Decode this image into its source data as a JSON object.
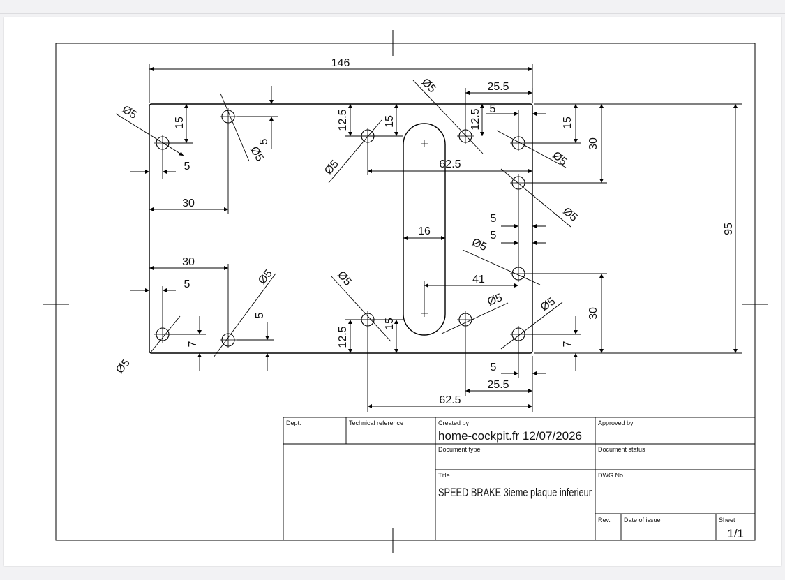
{
  "dimensions": {
    "overall_width": "146",
    "overall_height": "95",
    "tl_hole_diam": "Ø5",
    "tl_vert": "15",
    "tl_horiz": "5",
    "second_hole_diam": "Ø5",
    "second_vert": "5",
    "left_30_upper": "30",
    "left_30_lower": "30",
    "bl_horiz": "5",
    "bl_hole_diam": "Ø5",
    "bl_vert": "7",
    "b2_hole_diam": "Ø5",
    "b2_vert": "5",
    "mid_upper_diam": "Ø5",
    "mid_upper_125": "12.5",
    "mid_upper_15": "15",
    "mid_lower_diam": "Ø5",
    "mid_lower_125": "12.5",
    "mid_lower_15": "15",
    "slot_width": "16",
    "upper_625": "62.5",
    "lower_625": "62.5",
    "top_right_diam": "Ø5",
    "top_255": "25.5",
    "top_125": "12.5",
    "top_5": "5",
    "right_15": "15",
    "right_30_top": "30",
    "r1_diam": "Ø5",
    "r2_diam": "Ø5",
    "r3_diam": "Ø5",
    "right_5a": "5",
    "right_5b": "5",
    "dim_41": "41",
    "lower_mid_diam": "Ø5",
    "lower_right_diam": "Ø5",
    "right_30_bottom": "30",
    "right_7": "7",
    "bottom_5": "5",
    "bottom_255": "25.5"
  },
  "title_block": {
    "dept_label": "Dept.",
    "tech_ref_label": "Technical reference",
    "created_by_label": "Created by",
    "created_by_value": "home-cockpit.fr 12/07/2026",
    "approved_by_label": "Approved by",
    "document_type_label": "Document type",
    "document_status_label": "Document status",
    "title_label": "Title",
    "title_value": "SPEED BRAKE 3ieme plaque inferieur",
    "dwg_no_label": "DWG No.",
    "rev_label": "Rev.",
    "date_of_issue_label": "Date of issue",
    "sheet_label": "Sheet",
    "sheet_value": "1/1"
  }
}
